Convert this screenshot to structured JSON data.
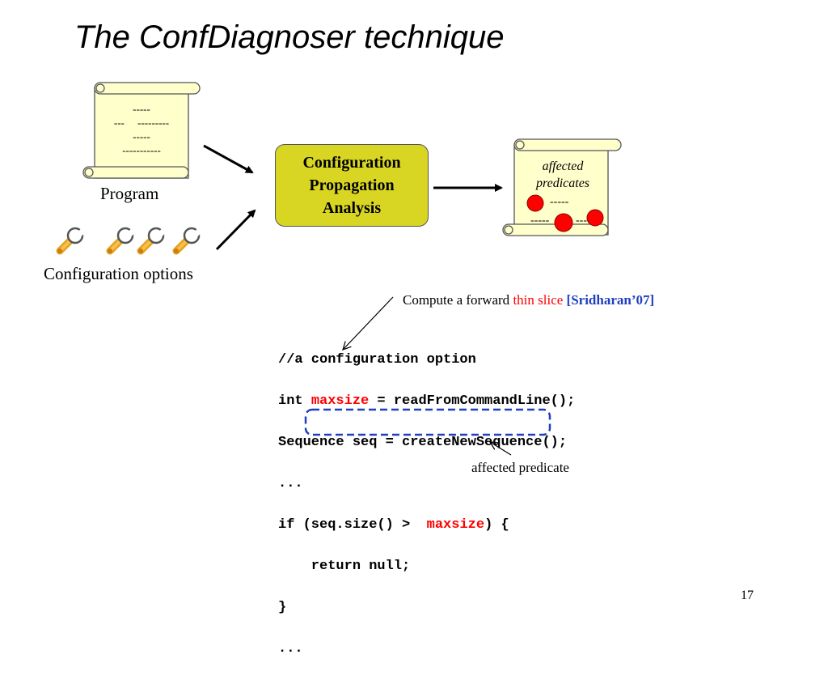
{
  "title": "The ConfDiagnoser technique",
  "program_scroll": {
    "lines": [
      "-----",
      "---     ---------",
      "-----",
      "-----------"
    ],
    "label": "Program"
  },
  "config_options": {
    "label": "Configuration options",
    "icon": "wrench-icon",
    "icon_count": 4
  },
  "analysis_box": {
    "lines": [
      "Configuration",
      "Propagation",
      "Analysis"
    ],
    "fill_color": "#d9d623"
  },
  "output_scroll": {
    "line1": "affected",
    "line2": "predicates",
    "dashes1": "-----",
    "dashes2": "-----",
    "dashes3": "---"
  },
  "annotation": {
    "prefix": "Compute a forward ",
    "thin_slice": "thin slice",
    "citation": "[Sridharan’07]"
  },
  "code": {
    "line1": "//a configuration option",
    "line2_pre": "int ",
    "line2_var": "maxsize",
    "line2_post": " = readFromCommandLine();",
    "line3": "Sequence seq = createNewSequence();",
    "line4": "...",
    "line5_pre": "if (seq.size() >  ",
    "line5_var": "maxsize",
    "line5_post": ") {",
    "line6": "    return null;",
    "line7": "}",
    "line8": "..."
  },
  "affected_predicate_label": "affected predicate",
  "page_number": "17",
  "colors": {
    "scroll_fill": "#ffffcc",
    "highlight_red": "#ff0000",
    "citation_blue": "#1f3fbf",
    "dashed_box": "#1f3fbf"
  }
}
